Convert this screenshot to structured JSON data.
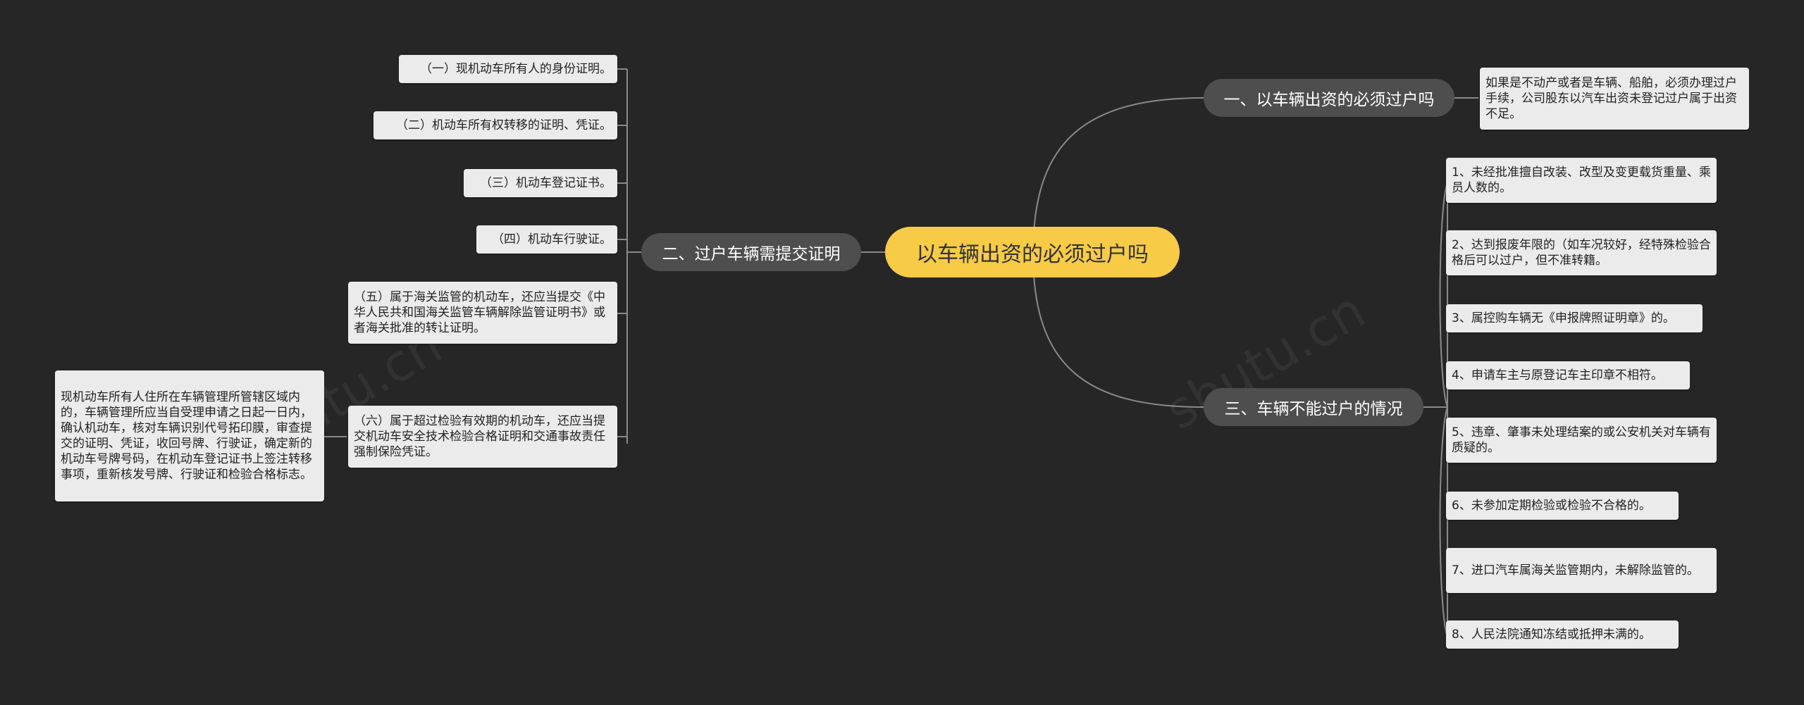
{
  "root": {
    "label": "以车辆出资的必须过户吗"
  },
  "branches": {
    "b1": {
      "label": "一、以车辆出资的必须过户吗",
      "children": [
        "如果是不动产或者是车辆、船舶，必须办理过户手续，公司股东以汽车出资未登记过户属于出资不足。"
      ]
    },
    "b2": {
      "label": "二、过户车辆需提交证明",
      "children": [
        "（一）现机动车所有人的身份证明。",
        "（二）机动车所有权转移的证明、凭证。",
        "（三）机动车登记证书。",
        "（四）机动车行驶证。",
        "（五）属于海关监管的机动车，还应当提交《中华人民共和国海关监管车辆解除监管证明书》或者海关批准的转让证明。",
        "（六）属于超过检验有效期的机动车，还应当提交机动车安全技术检验合格证明和交通事故责任强制保险凭证。"
      ],
      "sub_of_6": "现机动车所有人住所在车辆管理所管辖区域内的，车辆管理所应当自受理申请之日起一日内，确认机动车，核对车辆识别代号拓印膜，审查提交的证明、凭证，收回号牌、行驶证，确定新的机动车号牌号码，在机动车登记证书上签注转移事项，重新核发号牌、行驶证和检验合格标志。"
    },
    "b3": {
      "label": "三、车辆不能过户的情况",
      "children": [
        "1、未经批准擅自改装、改型及变更载货重量、乘员人数的。",
        "2、达到报废年限的（如车况较好，经特殊检验合格后可以过户，但不准转籍。",
        "3、属控购车辆无《申报牌照证明章》的。",
        "4、申请车主与原登记车主印章不相符。",
        "5、违章、肇事未处理结案的或公安机关对车辆有质疑的。",
        "6、未参加定期检验或检验不合格的。",
        "7、进口汽车属海关监管期内，未解除监管的。",
        "8、人民法院通知冻结或抵押未满的。"
      ]
    }
  },
  "colors": {
    "background": "#262626",
    "root": "#F8CB47",
    "branch": "#4E4E4E",
    "leaf": "#EBEBEB",
    "edge": "#8A8A8A"
  }
}
